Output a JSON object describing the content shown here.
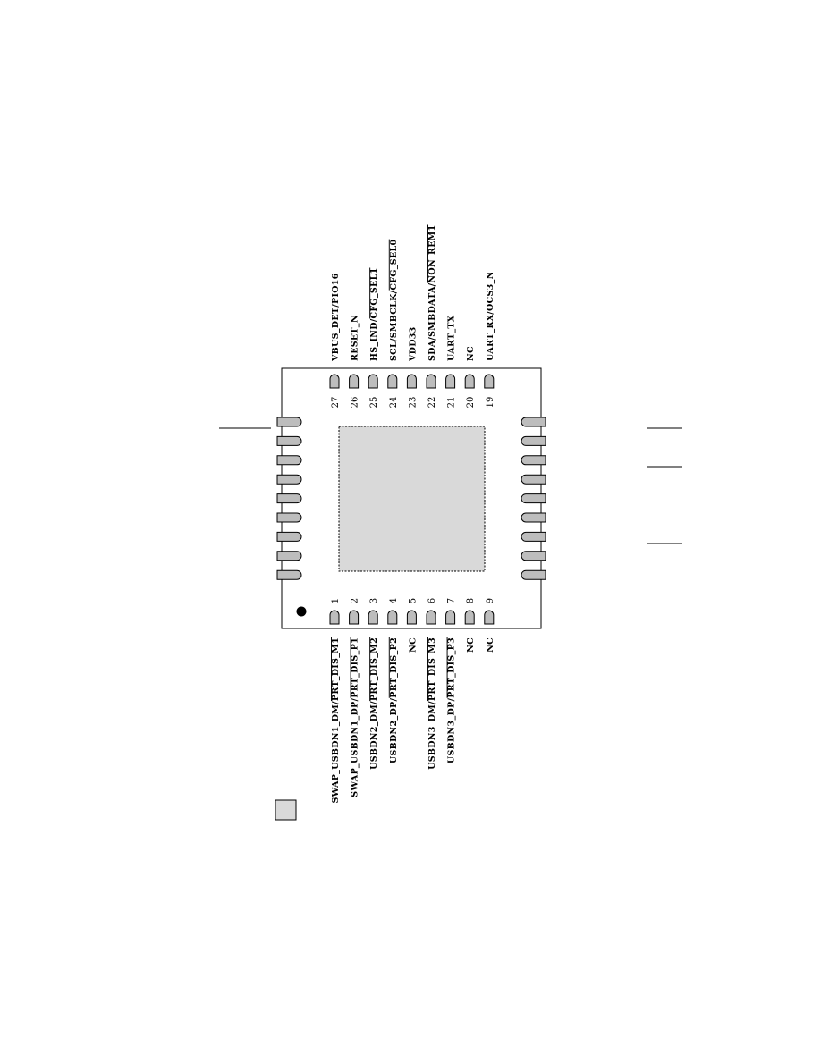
{
  "package": {
    "body_color": "#ffffff",
    "exposed_pad_color": "#d9d9d9",
    "pin_color": "#bdbdbd",
    "pin1_marker": "filled-dot"
  },
  "top_pins": [
    {
      "num": "27",
      "label": "VBUS_DET/PIO16",
      "overbar": ""
    },
    {
      "num": "26",
      "label": "RESET_N",
      "overbar": ""
    },
    {
      "num": "25",
      "label": "HS_IND/CFG_SEL1",
      "overbar": "CFG_SEL1"
    },
    {
      "num": "24",
      "label": "SCL/SMBCLK/CFG_SEL0",
      "overbar": "CFG_SEL0"
    },
    {
      "num": "23",
      "label": "VDD33",
      "overbar": ""
    },
    {
      "num": "22",
      "label": "SDA/SMBDATA/NON_REM1",
      "overbar": "NON_REM1"
    },
    {
      "num": "21",
      "label": "UART_TX",
      "overbar": ""
    },
    {
      "num": "20",
      "label": "NC",
      "overbar": ""
    },
    {
      "num": "19",
      "label": "UART_RX/OCS3_N",
      "overbar": ""
    }
  ],
  "bottom_pins": [
    {
      "num": "1",
      "label": "SWAP_USBDN1_DM/PRT_DIS_M1",
      "overbar": "PRT_DIS_M1"
    },
    {
      "num": "2",
      "label": "SWAP_USBDN1_DP/PRT_DIS_P1",
      "overbar": "PRT_DIS_P1"
    },
    {
      "num": "3",
      "label": "USBDN2_DM/PRT_DIS_M2",
      "overbar": "PRT_DIS_M2"
    },
    {
      "num": "4",
      "label": "USBDN2_DP/PRT_DIS_P2",
      "overbar": "PRT_DIS_P2"
    },
    {
      "num": "5",
      "label": "NC",
      "overbar": ""
    },
    {
      "num": "6",
      "label": "USBDN3_DM/PRT_DIS_M3",
      "overbar": "PRT_DIS_M3"
    },
    {
      "num": "7",
      "label": "USBDN3_DP/PRT_DIS_P3",
      "overbar": "PRT_DIS_P3"
    },
    {
      "num": "8",
      "label": "NC",
      "overbar": ""
    },
    {
      "num": "9",
      "label": "NC",
      "overbar": ""
    }
  ],
  "left_pin_count": 9,
  "right_pin_count": 9,
  "legend": {
    "swatch_color": "#d9d9d9"
  }
}
